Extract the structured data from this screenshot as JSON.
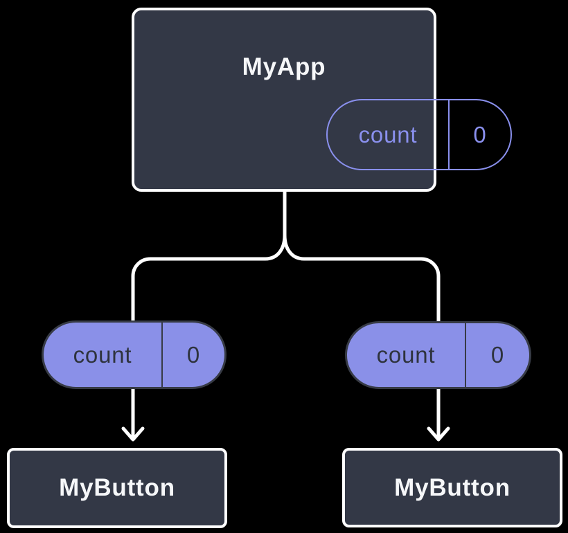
{
  "diagram": {
    "description": "component-tree-state-sharing-diagram",
    "root": {
      "title": "MyApp",
      "state": {
        "name": "count",
        "value": "0"
      }
    },
    "branches": [
      {
        "pill": {
          "name": "count",
          "value": "0"
        },
        "child": {
          "title": "MyButton"
        }
      },
      {
        "pill": {
          "name": "count",
          "value": "0"
        },
        "child": {
          "title": "MyButton"
        }
      }
    ]
  },
  "colors": {
    "background": "#000000",
    "node_fill": "#333846",
    "node_border": "#ffffff",
    "node_text": "#f6f7f9",
    "accent_purple": "#8a90ee",
    "prop_pill_fill": "#8a90e8",
    "prop_pill_border": "#373b45",
    "prop_pill_text": "#2e333d",
    "connector": "#ffffff"
  }
}
